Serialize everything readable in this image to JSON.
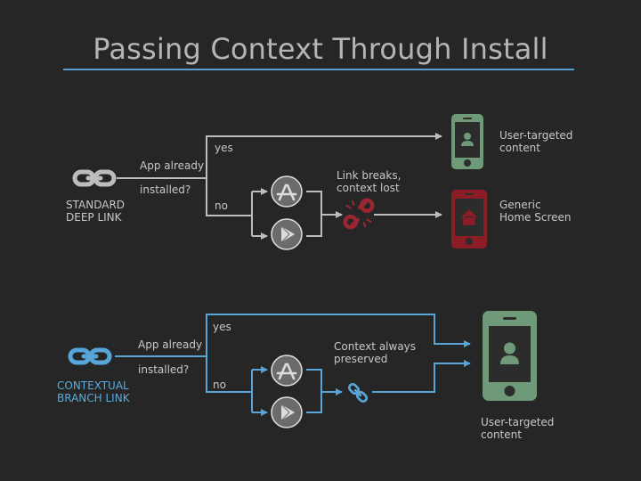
{
  "title": "Passing Context Through Install",
  "colors": {
    "background": "#262626",
    "title_rule": "#5a9fd4",
    "gray_line": "#bdbdbd",
    "blue_line": "#58a6d9",
    "success_phone": "#6f9a79",
    "fail_phone": "#8b1d26",
    "broken_link": "#9b2530",
    "store_icon_bg": "#6b6b6b"
  },
  "standard": {
    "icon": "chain-link-icon",
    "label_line1": "STANDARD",
    "label_line2": "DEEP LINK",
    "question_line1": "App already",
    "question_line2": "installed?",
    "yes": "yes",
    "no": "no",
    "break_note_line1": "Link breaks,",
    "break_note_line2": "context lost",
    "broken_icon": "broken-link-icon",
    "yes_dest_line1": "User-targeted",
    "yes_dest_line2": "content",
    "yes_dest_icon": "phone-user-icon",
    "no_dest_line1": "Generic",
    "no_dest_line2": "Home Screen",
    "no_dest_icon": "phone-home-icon"
  },
  "contextual": {
    "icon": "chain-link-icon",
    "label_line1": "CONTEXTUAL",
    "label_line2": "BRANCH LINK",
    "question_line1": "App already",
    "question_line2": "installed?",
    "yes": "yes",
    "no": "no",
    "note_line1": "Context always",
    "note_line2": "preserved",
    "link_icon": "chain-link-icon",
    "dest_line1": "User-targeted",
    "dest_line2": "content",
    "dest_icon": "phone-user-icon"
  },
  "store_icons": [
    "app-store-icon",
    "google-play-icon"
  ]
}
